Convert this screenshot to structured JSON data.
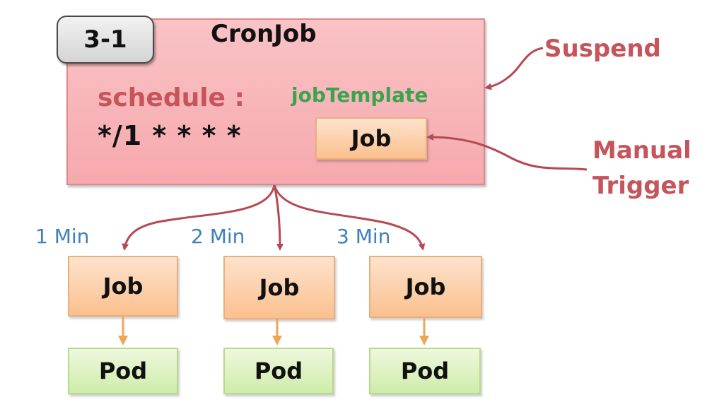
{
  "cronjob": {
    "badge": "3-1",
    "title": "CronJob",
    "schedule_label": "schedule :",
    "schedule_value": "*/1 * * * *",
    "template_label": "jobTemplate",
    "template_job": "Job"
  },
  "annotations": {
    "suspend": "Suspend",
    "manual_line1": "Manual",
    "manual_line2": "Trigger"
  },
  "runs": [
    {
      "interval": "1 Min",
      "job": "Job",
      "pod": "Pod"
    },
    {
      "interval": "2 Min",
      "job": "Job",
      "pod": "Pod"
    },
    {
      "interval": "3 Min",
      "job": "Job",
      "pod": "Pod"
    }
  ],
  "colors": {
    "accent_red": "#c5555b",
    "template_green": "#3aa34f",
    "interval_blue": "#3f7fbf",
    "job_fill": "#fbc08e",
    "pod_fill": "#cfecaa",
    "cronjob_fill": "#f6a9ad"
  }
}
